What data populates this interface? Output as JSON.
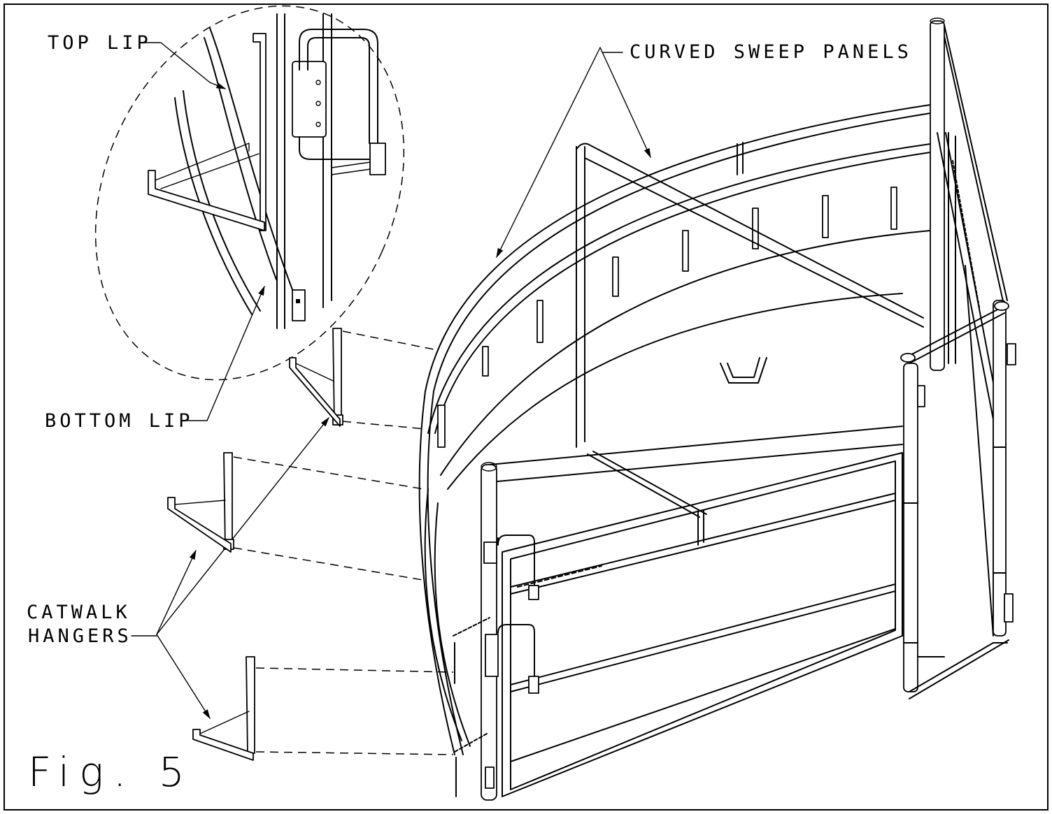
{
  "figure": {
    "caption": "Fig. 5",
    "labels": {
      "top_lip": "TOP LIP",
      "bottom_lip": "BOTTOM LIP",
      "curved_sweep_panels": "CURVED SWEEP PANELS",
      "catwalk_hangers_line1": "CATWALK",
      "catwalk_hangers_line2": "HANGERS"
    }
  }
}
